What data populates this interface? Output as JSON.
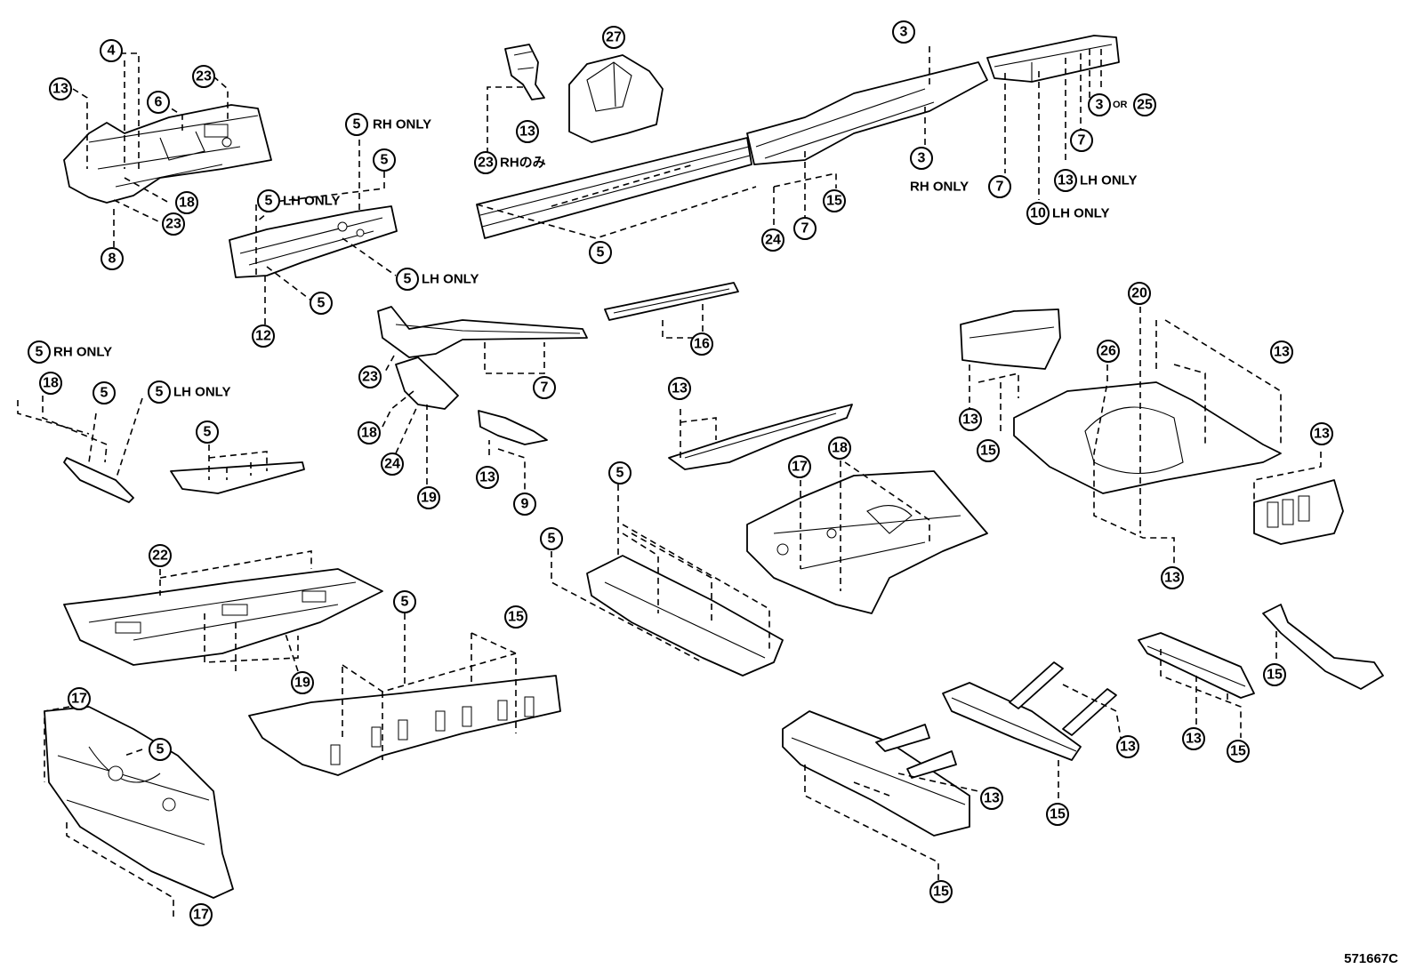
{
  "diagram_code": "571667C",
  "callouts": [
    {
      "id": "c13a",
      "num": "13"
    },
    {
      "id": "c4",
      "num": "4"
    },
    {
      "id": "c6",
      "num": "6"
    },
    {
      "id": "c23a",
      "num": "23"
    },
    {
      "id": "c18a",
      "num": "18"
    },
    {
      "id": "c23b",
      "num": "23"
    },
    {
      "id": "c8",
      "num": "8"
    },
    {
      "id": "c13b",
      "num": "13"
    },
    {
      "id": "c23c",
      "num": "23"
    },
    {
      "id": "c27",
      "num": "27"
    },
    {
      "id": "c5a",
      "num": "5"
    },
    {
      "id": "c5b",
      "num": "5"
    },
    {
      "id": "c5c",
      "num": "5"
    },
    {
      "id": "c5d",
      "num": "5"
    },
    {
      "id": "c5e",
      "num": "5"
    },
    {
      "id": "c12",
      "num": "12"
    },
    {
      "id": "c5f",
      "num": "5"
    },
    {
      "id": "c3a",
      "num": "3"
    },
    {
      "id": "c3b",
      "num": "3"
    },
    {
      "id": "c3c",
      "num": "3"
    },
    {
      "id": "c25",
      "num": "25"
    },
    {
      "id": "c7a",
      "num": "7"
    },
    {
      "id": "c7b",
      "num": "7"
    },
    {
      "id": "c7c",
      "num": "7"
    },
    {
      "id": "c13c",
      "num": "13"
    },
    {
      "id": "c10",
      "num": "10"
    },
    {
      "id": "c24a",
      "num": "24"
    },
    {
      "id": "c15a",
      "num": "15"
    },
    {
      "id": "c5g",
      "num": "5"
    },
    {
      "id": "c18b",
      "num": "18"
    },
    {
      "id": "c5h",
      "num": "5"
    },
    {
      "id": "c5i",
      "num": "5"
    },
    {
      "id": "c5j",
      "num": "5"
    },
    {
      "id": "c23d",
      "num": "23"
    },
    {
      "id": "c18c",
      "num": "18"
    },
    {
      "id": "c24b",
      "num": "24"
    },
    {
      "id": "c19a",
      "num": "19"
    },
    {
      "id": "c7d",
      "num": "7"
    },
    {
      "id": "c16",
      "num": "16"
    },
    {
      "id": "c13d",
      "num": "13"
    },
    {
      "id": "c9",
      "num": "9"
    },
    {
      "id": "c13e",
      "num": "13"
    },
    {
      "id": "c20",
      "num": "20"
    },
    {
      "id": "c26",
      "num": "26"
    },
    {
      "id": "c13f",
      "num": "13"
    },
    {
      "id": "c13g",
      "num": "13"
    },
    {
      "id": "c15b",
      "num": "15"
    },
    {
      "id": "c13h",
      "num": "13"
    },
    {
      "id": "c13i",
      "num": "13"
    },
    {
      "id": "c5k",
      "num": "5"
    },
    {
      "id": "c5l",
      "num": "5"
    },
    {
      "id": "c17a",
      "num": "17"
    },
    {
      "id": "c18d",
      "num": "18"
    },
    {
      "id": "c22",
      "num": "22"
    },
    {
      "id": "c19b",
      "num": "19"
    },
    {
      "id": "c5m",
      "num": "5"
    },
    {
      "id": "c15c",
      "num": "15"
    },
    {
      "id": "c17b",
      "num": "17"
    },
    {
      "id": "c5n",
      "num": "5"
    },
    {
      "id": "c17c",
      "num": "17"
    },
    {
      "id": "c13j",
      "num": "13"
    },
    {
      "id": "c13k",
      "num": "13"
    },
    {
      "id": "c15d",
      "num": "15"
    },
    {
      "id": "c13l",
      "num": "13"
    },
    {
      "id": "c15e",
      "num": "15"
    },
    {
      "id": "c15f",
      "num": "15"
    },
    {
      "id": "c15g",
      "num": "15"
    }
  ],
  "notes": {
    "rh_only": "RH ONLY",
    "lh_only": "LH ONLY",
    "rh_nomi": "RHのみ",
    "or": "OR"
  }
}
